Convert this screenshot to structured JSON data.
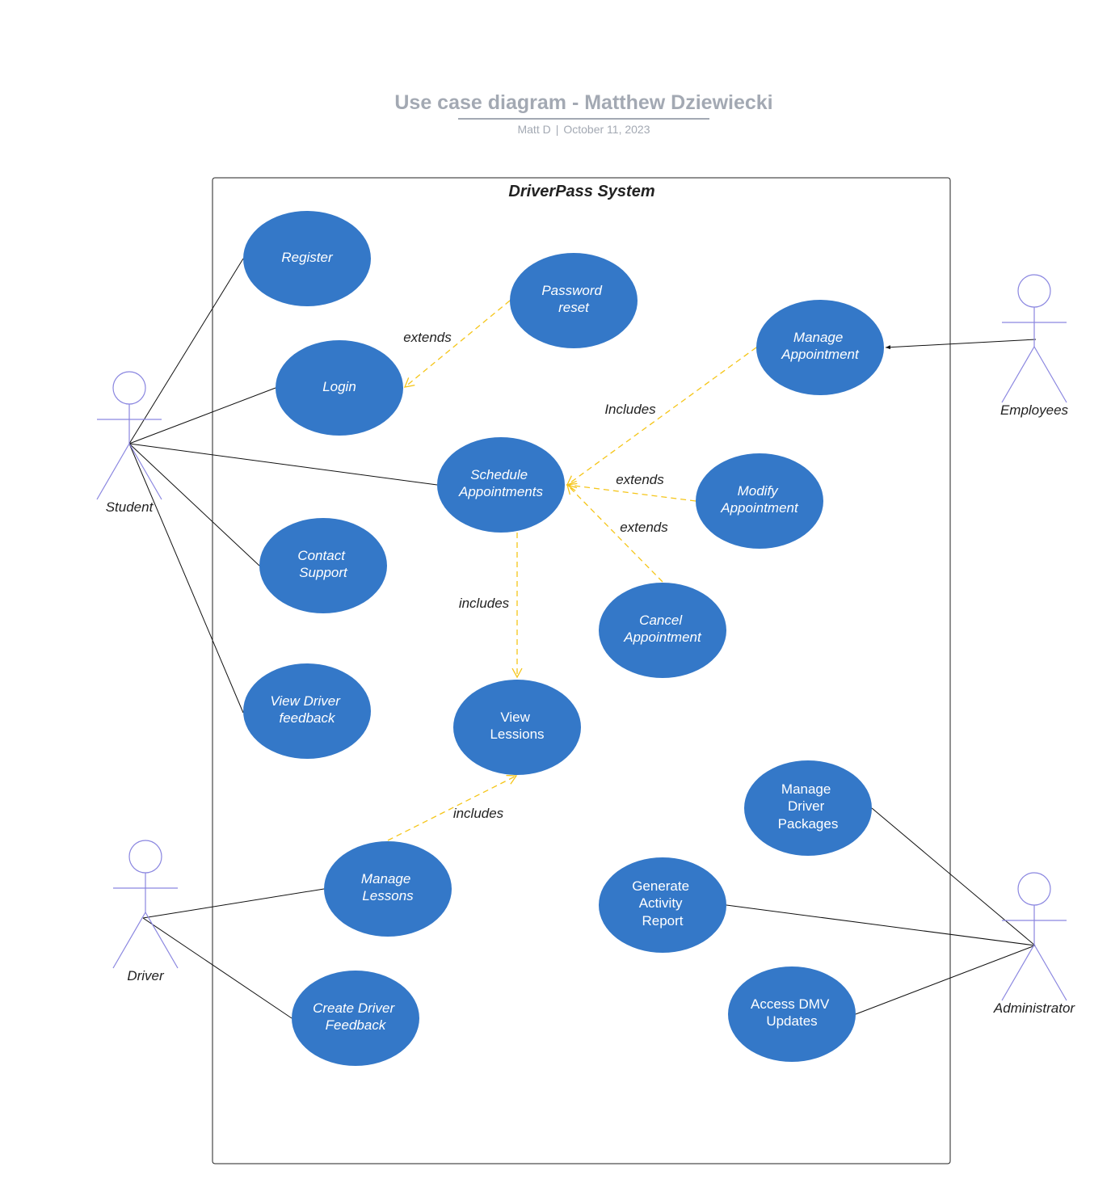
{
  "header": {
    "title": "Use case diagram - Matthew Dziewiecki",
    "author": "Matt D",
    "date": "October 11, 2023"
  },
  "system": {
    "title": "DriverPass System"
  },
  "actors": {
    "student": "Student",
    "employees": "Employees",
    "driver": "Driver",
    "administrator": "Administrator"
  },
  "use_cases": {
    "register": [
      "Register"
    ],
    "password_reset": [
      "Password",
      "reset"
    ],
    "login": [
      "Login"
    ],
    "manage_appointment": [
      "Manage",
      "Appointment"
    ],
    "schedule_appointments": [
      "Schedule",
      "Appointments"
    ],
    "modify_appointment": [
      "Modify",
      "Appointment"
    ],
    "contact_support": [
      "Contact",
      "Support"
    ],
    "cancel_appointment": [
      "Cancel",
      "Appointment"
    ],
    "view_driver_feedback": [
      "View Driver",
      "feedback"
    ],
    "view_lessions": [
      "View",
      "Lessions"
    ],
    "manage_driver_packages": [
      "Manage",
      "Driver",
      "Packages"
    ],
    "manage_lessons": [
      "Manage",
      "Lessons"
    ],
    "generate_activity_report": [
      "Generate",
      "Activity",
      "Report"
    ],
    "create_driver_feedback": [
      "Create Driver",
      "Feedback"
    ],
    "access_dmv_updates": [
      "Access DMV",
      "Updates"
    ]
  },
  "relation_labels": {
    "extends_password": "extends",
    "includes_manage": "Includes",
    "extends_modify": "extends",
    "extends_cancel": "extends",
    "includes_view_lessions": "includes",
    "includes_manage_lessons": "includes"
  },
  "colors": {
    "use_case_fill": "#3478c8",
    "use_case_text": "#ffffff",
    "actor_stroke": "#8a86e0",
    "dashed_relation": "#f5c518",
    "association_line": "#111111",
    "header_text": "#a3a9b3"
  }
}
